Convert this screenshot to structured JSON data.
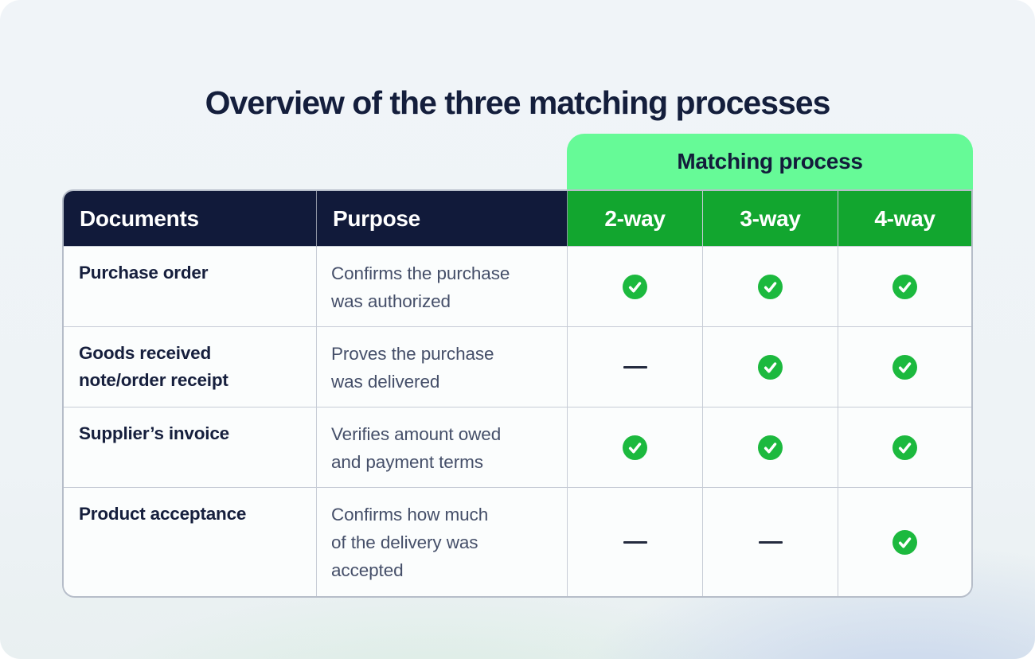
{
  "page": {
    "title": "Overview of the three matching processes"
  },
  "table": {
    "banner_label": "Matching process",
    "columns": {
      "documents": "Documents",
      "purpose": "Purpose",
      "way2": "2-way",
      "way3": "3-way",
      "way4": "4-way"
    },
    "rows": [
      {
        "document": "Purchase order",
        "purpose": "Confirms the purchase\nwas authorized",
        "marks": [
          "check",
          "check",
          "check"
        ]
      },
      {
        "document": "Goods received\nnote/order receipt",
        "purpose": "Proves the purchase\nwas delivered",
        "marks": [
          "dash",
          "check",
          "check"
        ]
      },
      {
        "document": "Supplier’s invoice",
        "purpose": "Verifies amount owed\nand payment terms",
        "marks": [
          "check",
          "check",
          "check"
        ]
      },
      {
        "document": "Product acceptance",
        "purpose": "Confirms how much\nof the delivery was\naccepted",
        "marks": [
          "dash",
          "dash",
          "check"
        ]
      }
    ]
  },
  "colors": {
    "navy_header": "#111A3A",
    "banner_green": "#66FA97",
    "column_header_green": "#12A62F",
    "check_green": "#1CB93E",
    "background_top": "#F0F4F8",
    "background_teal_tint": "#D6ECDF",
    "background_blue_tint": "#C3D2EC"
  }
}
